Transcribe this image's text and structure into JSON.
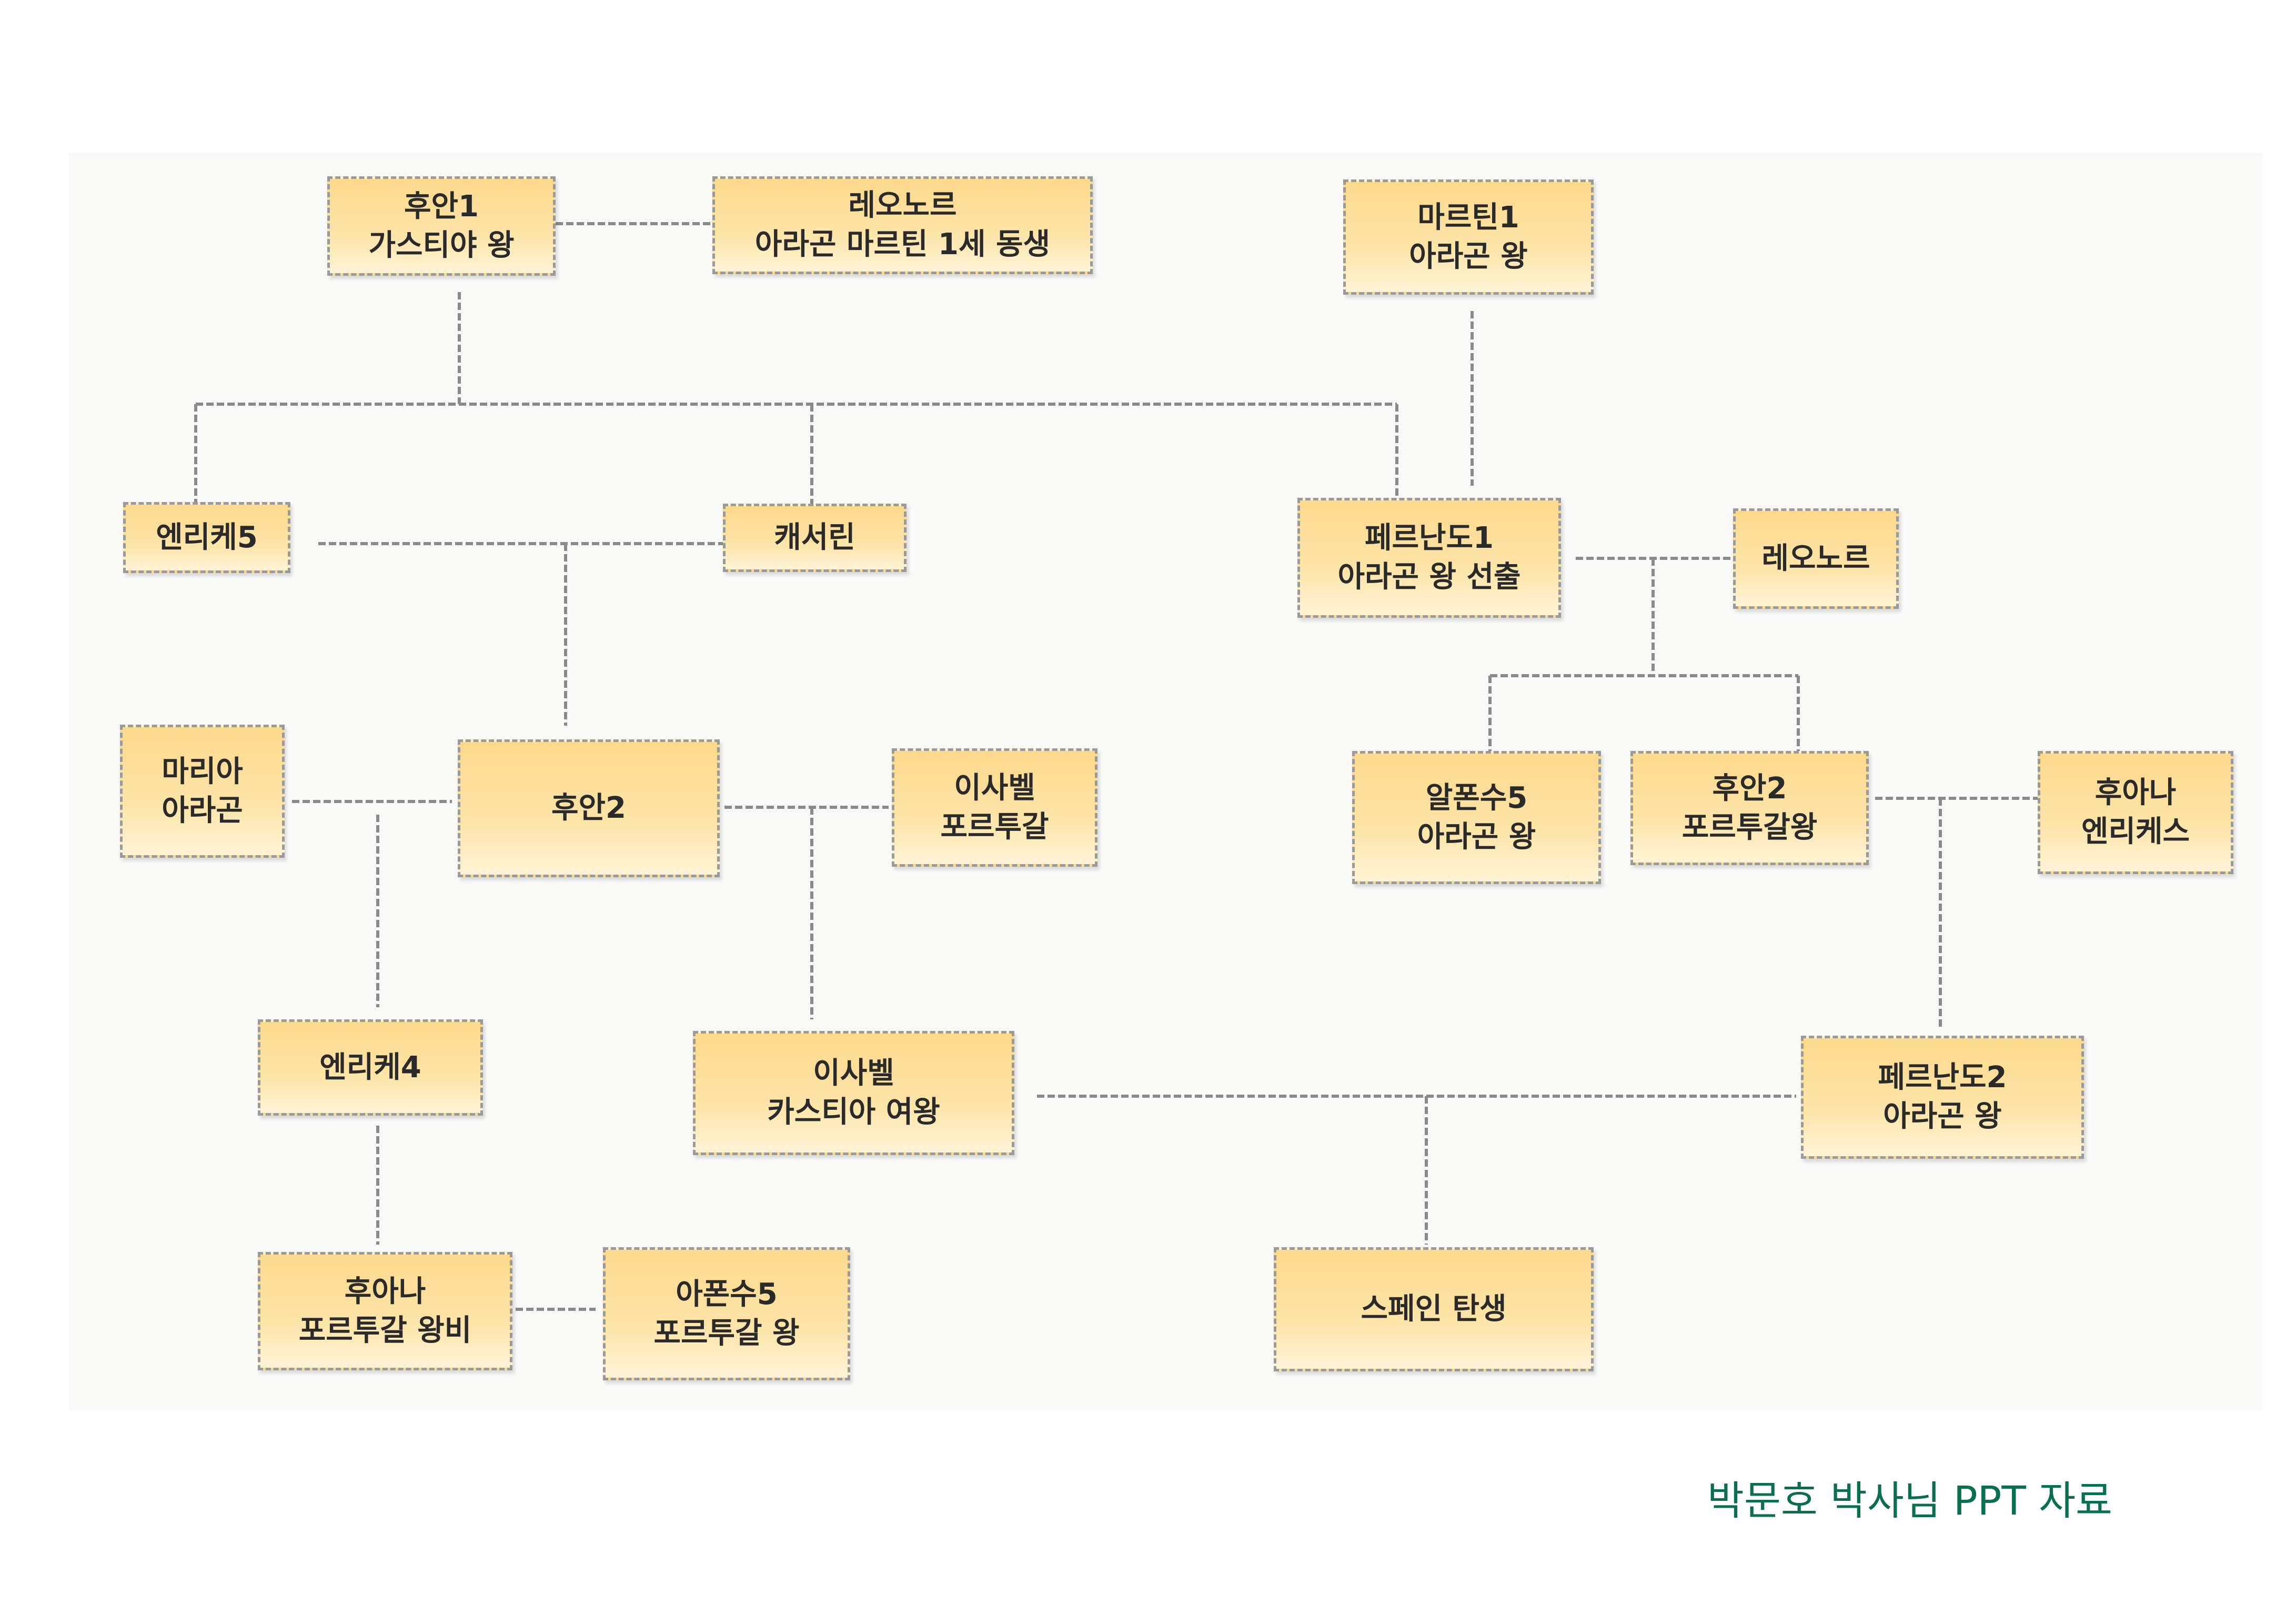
{
  "nodes": [
    {
      "lines": [
        "후안1",
        "가스티야 왕"
      ]
    },
    {
      "lines": [
        "레오노르",
        "아라곤 마르틴 1세 동생"
      ]
    },
    {
      "lines": [
        "마르틴1",
        "아라곤 왕"
      ]
    },
    {
      "lines": [
        "엔리케5"
      ]
    },
    {
      "lines": [
        "캐서린"
      ]
    },
    {
      "lines": [
        "페르난도1",
        "아라곤 왕 선출"
      ]
    },
    {
      "lines": [
        "레오노르"
      ]
    },
    {
      "lines": [
        "마리아",
        "아라곤"
      ]
    },
    {
      "lines": [
        "후안2"
      ]
    },
    {
      "lines": [
        "이사벨",
        "포르투갈"
      ]
    },
    {
      "lines": [
        "알폰수5",
        "아라곤 왕"
      ]
    },
    {
      "lines": [
        "후안2",
        "포르투갈왕"
      ]
    },
    {
      "lines": [
        "후아나",
        "엔리케스"
      ]
    },
    {
      "lines": [
        "엔리케4"
      ]
    },
    {
      "lines": [
        "이사벨",
        "카스티아 여왕"
      ]
    },
    {
      "lines": [
        "페르난도2",
        "아라곤 왕"
      ]
    },
    {
      "lines": [
        "후아나",
        "포르투갈 왕비"
      ]
    },
    {
      "lines": [
        "아폰수5",
        "포르투갈 왕"
      ]
    },
    {
      "lines": [
        "스페인 탄생"
      ]
    }
  ],
  "footer": "박문호 박사님 PPT 자료",
  "colors": {
    "box": "#fbd98c",
    "line": "#8a8a8a",
    "footer": "#0a6e50"
  }
}
